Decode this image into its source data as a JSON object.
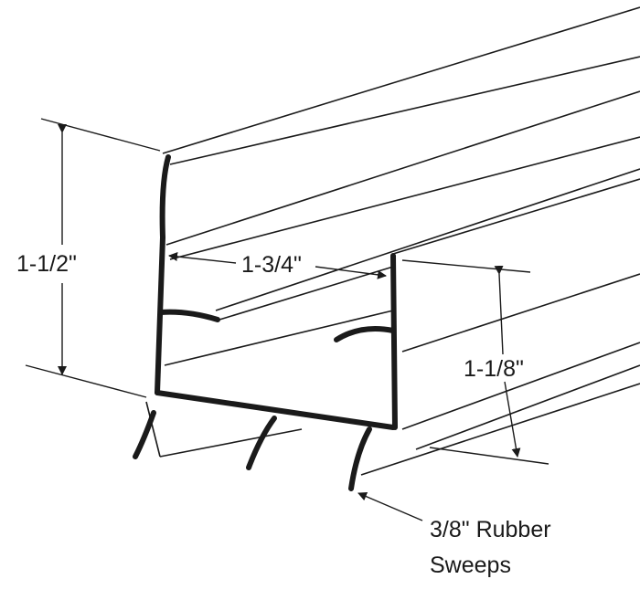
{
  "labels": {
    "height_overall": "1-1/2\"",
    "width": "1-3/4\"",
    "height_inner": "1-1/8\"",
    "sweeps_line1": "3/8\" Rubber",
    "sweeps_line2": "Sweeps"
  },
  "colors": {
    "line": "#1a1a1a",
    "background": "#ffffff"
  }
}
